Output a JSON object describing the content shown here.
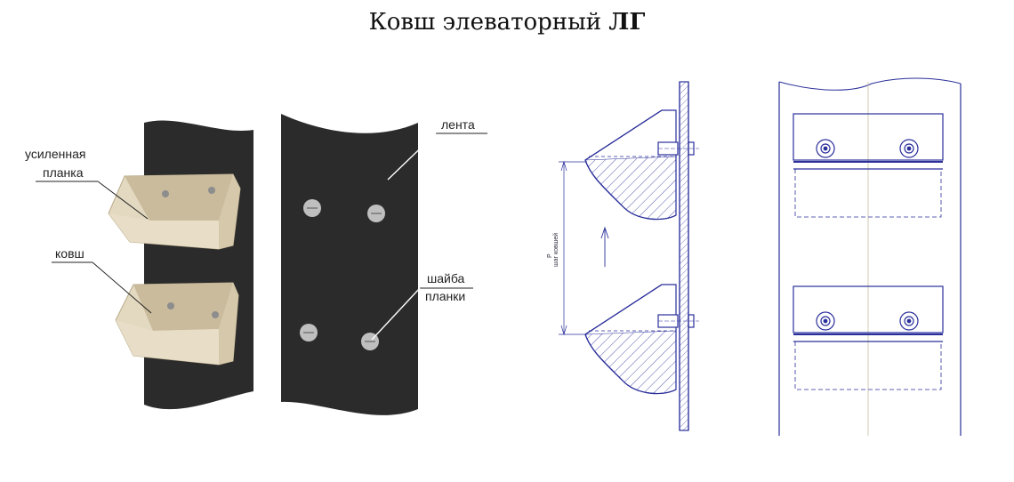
{
  "title": {
    "main": "Ковш элеваторный",
    "bold": "ЛГ"
  },
  "labels": {
    "reinforced_bar_line1": "усиленная",
    "reinforced_bar_line2": "планка",
    "bucket": "ковш",
    "belt": "лента",
    "washer_line1": "шайба",
    "washer_line2": "планки"
  },
  "drawing": {
    "pitch_label": "P",
    "pitch_note": "шаг ковшей"
  },
  "colors": {
    "belt": "#2b2b2b",
    "bucket": "#e3d8c0",
    "bucket_shadow": "#c9bb9c",
    "bolt": "#bfbfbf",
    "drawing_line": "#2a2f9a",
    "center_line": "#c8bfa0"
  }
}
